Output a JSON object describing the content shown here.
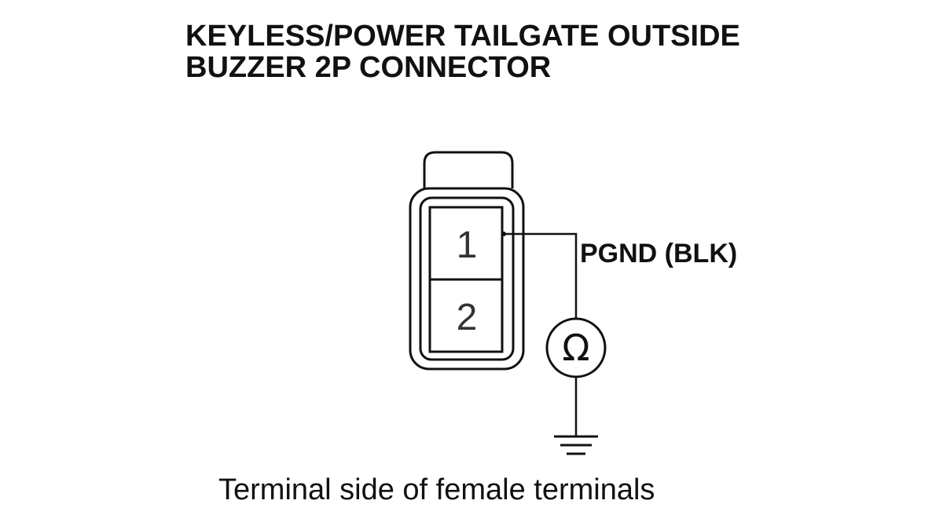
{
  "title": {
    "line1": "KEYLESS/POWER TAILGATE OUTSIDE",
    "line2": "BUZZER 2P CONNECTOR"
  },
  "connector": {
    "pins": [
      "1",
      "2"
    ]
  },
  "wire": {
    "label": "PGND (BLK)"
  },
  "meter": {
    "symbol": "Ω"
  },
  "caption": "Terminal side of female terminals"
}
